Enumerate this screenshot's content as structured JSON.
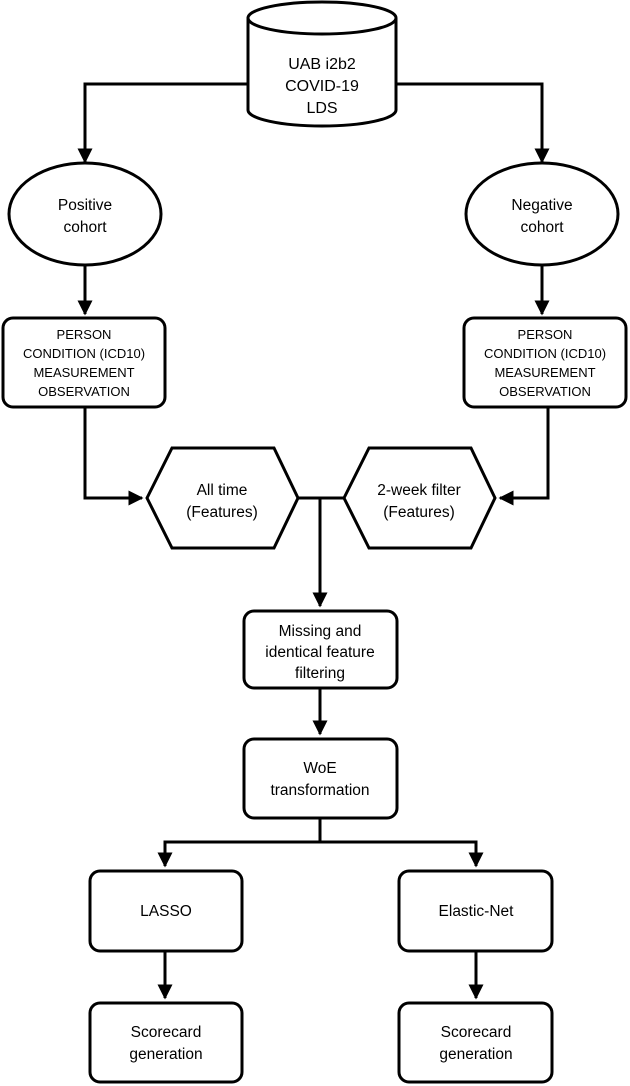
{
  "nodes": {
    "database": {
      "lines": [
        "UAB i2b2",
        "COVID-19",
        "LDS"
      ]
    },
    "positive_cohort": {
      "lines": [
        "Positive",
        "cohort"
      ]
    },
    "negative_cohort": {
      "lines": [
        "Negative",
        "cohort"
      ]
    },
    "positive_tables": {
      "lines": [
        "PERSON",
        "CONDITION (ICD10)",
        "MEASUREMENT",
        "OBSERVATION"
      ]
    },
    "negative_tables": {
      "lines": [
        "PERSON",
        "CONDITION (ICD10)",
        "MEASUREMENT",
        "OBSERVATION"
      ]
    },
    "all_time": {
      "lines": [
        "All time",
        "(Features)"
      ]
    },
    "two_week": {
      "lines": [
        "2-week filter",
        "(Features)"
      ]
    },
    "filtering": {
      "lines": [
        "Missing and",
        "identical feature",
        "filtering"
      ]
    },
    "woe": {
      "lines": [
        "WoE",
        "transformation"
      ]
    },
    "lasso": {
      "lines": [
        "LASSO"
      ]
    },
    "elastic_net": {
      "lines": [
        "Elastic-Net"
      ]
    },
    "scorecard_left": {
      "lines": [
        "Scorecard",
        "generation"
      ]
    },
    "scorecard_right": {
      "lines": [
        "Scorecard",
        "generation"
      ]
    }
  }
}
